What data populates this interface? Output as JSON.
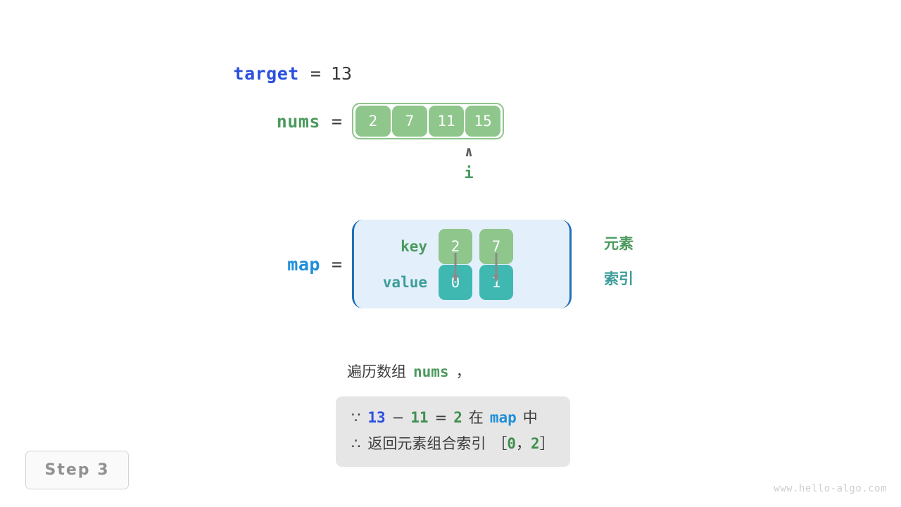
{
  "variables": {
    "target": {
      "name": "target",
      "eq": "=",
      "value": "13",
      "color": "#2b50e0"
    },
    "nums": {
      "name": "nums",
      "eq": "=",
      "color": "#4c9a5e"
    },
    "map": {
      "name": "map",
      "eq": "=",
      "color": "#1f8fd8"
    }
  },
  "nums_array": {
    "cells": [
      "2",
      "7",
      "11",
      "15"
    ],
    "cell_color": "#8ec68b",
    "border_color": "#8ec68b"
  },
  "pointer": {
    "caret": "∧",
    "label": "i",
    "points_to_index": 2,
    "color": "#4c9a5e"
  },
  "hash_map": {
    "row_labels": {
      "key": "key",
      "value": "value"
    },
    "entries": [
      {
        "key": "2",
        "value": "0"
      },
      {
        "key": "7",
        "value": "1"
      }
    ],
    "key_color": "#8ec68b",
    "value_color": "#3fb8b2",
    "box_fill": "#e3f0fb",
    "box_border": "#1f6fb5",
    "legend": [
      {
        "text": "元素",
        "color": "#4c9a5e"
      },
      {
        "text": "索引",
        "color": "#3d9c9a"
      }
    ]
  },
  "caption": {
    "prefix": "遍历数组",
    "code": "nums",
    "suffix": "，"
  },
  "note": {
    "line1": {
      "symbol": "∵",
      "a": "13",
      "minus": "−",
      "b": "11",
      "equals": "=",
      "result": "2",
      "in_word": "在",
      "map_name": "map",
      "tail": "中"
    },
    "line2": {
      "symbol": "∴",
      "text": "返回元素组合索引",
      "bracket_open": "［",
      "idx_a": "0",
      "idx_comma": "，",
      "idx_b": "2",
      "bracket_close": "］"
    },
    "bg_color": "#e6e6e6"
  },
  "step_badge": {
    "label": "Step 3"
  },
  "watermark": {
    "text": "www.hello-algo.com"
  }
}
